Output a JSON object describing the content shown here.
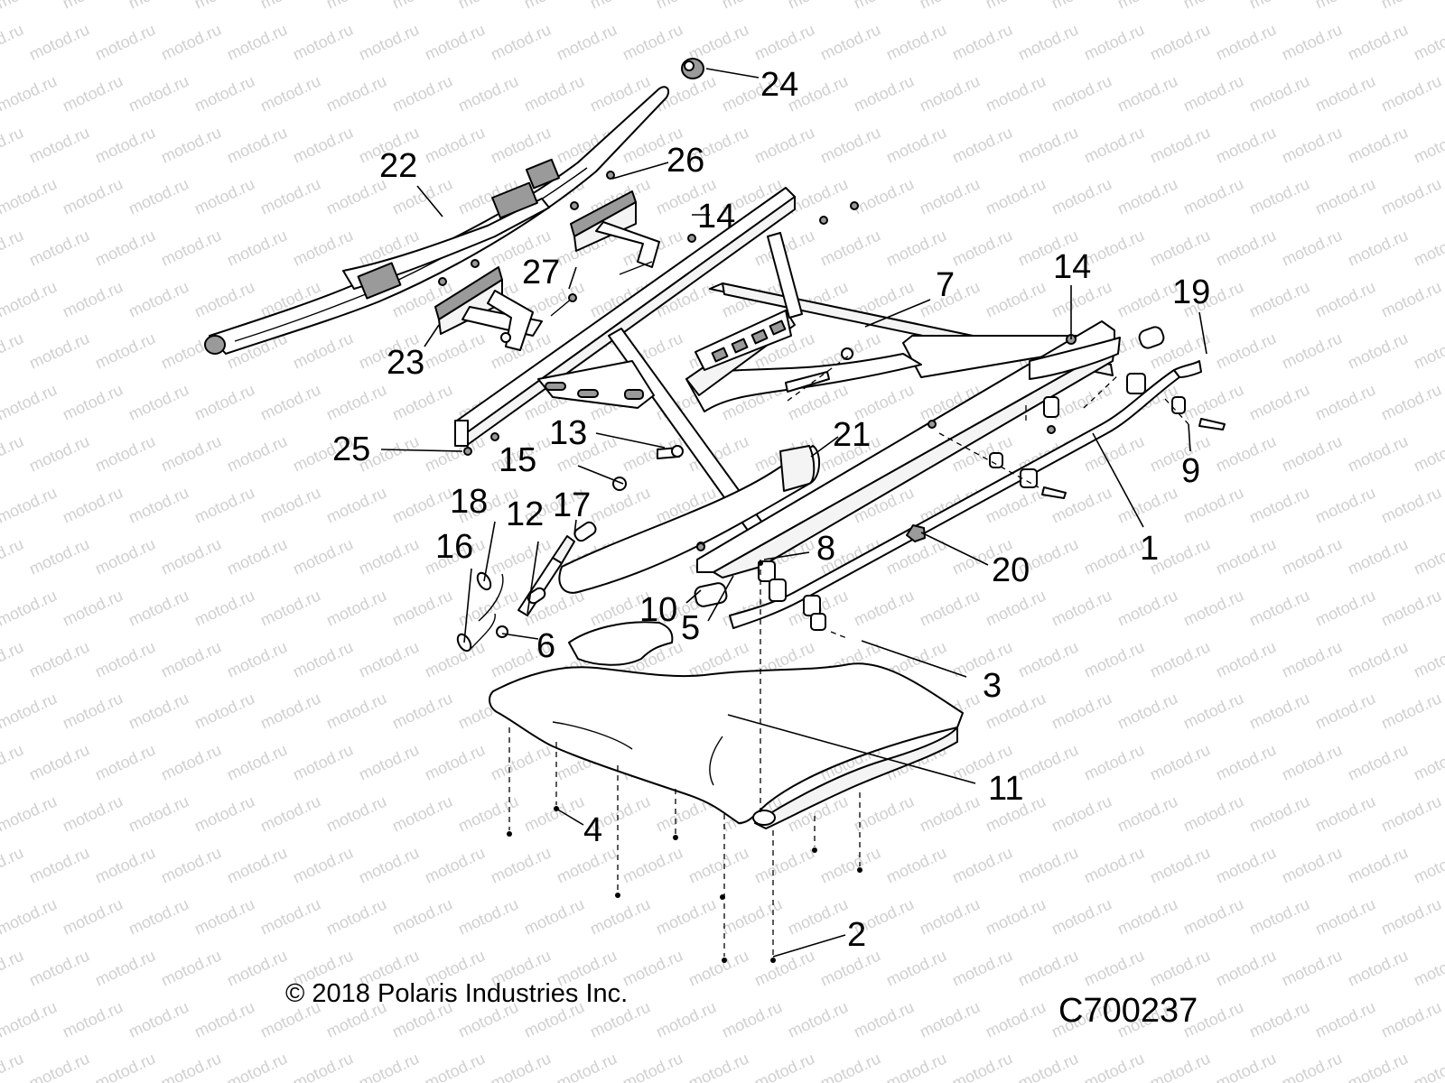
{
  "watermark": {
    "text": "motod.ru"
  },
  "copyright": "© 2018 Polaris Industries Inc.",
  "figure_code": "C700237",
  "callouts": [
    {
      "id": "24",
      "label": "24"
    },
    {
      "id": "22",
      "label": "22"
    },
    {
      "id": "26",
      "label": "26"
    },
    {
      "id": "14a",
      "label": "14"
    },
    {
      "id": "27",
      "label": "27"
    },
    {
      "id": "23",
      "label": "23"
    },
    {
      "id": "7",
      "label": "7"
    },
    {
      "id": "14b",
      "label": "14"
    },
    {
      "id": "19",
      "label": "19"
    },
    {
      "id": "25",
      "label": "25"
    },
    {
      "id": "13",
      "label": "13"
    },
    {
      "id": "15",
      "label": "15"
    },
    {
      "id": "21",
      "label": "21"
    },
    {
      "id": "9",
      "label": "9"
    },
    {
      "id": "18",
      "label": "18"
    },
    {
      "id": "12",
      "label": "12"
    },
    {
      "id": "17",
      "label": "17"
    },
    {
      "id": "16",
      "label": "16"
    },
    {
      "id": "8",
      "label": "8"
    },
    {
      "id": "1",
      "label": "1"
    },
    {
      "id": "20",
      "label": "20"
    },
    {
      "id": "10",
      "label": "10"
    },
    {
      "id": "5",
      "label": "5"
    },
    {
      "id": "6",
      "label": "6"
    },
    {
      "id": "3",
      "label": "3"
    },
    {
      "id": "11",
      "label": "11"
    },
    {
      "id": "4",
      "label": "4"
    },
    {
      "id": "2",
      "label": "2"
    }
  ]
}
